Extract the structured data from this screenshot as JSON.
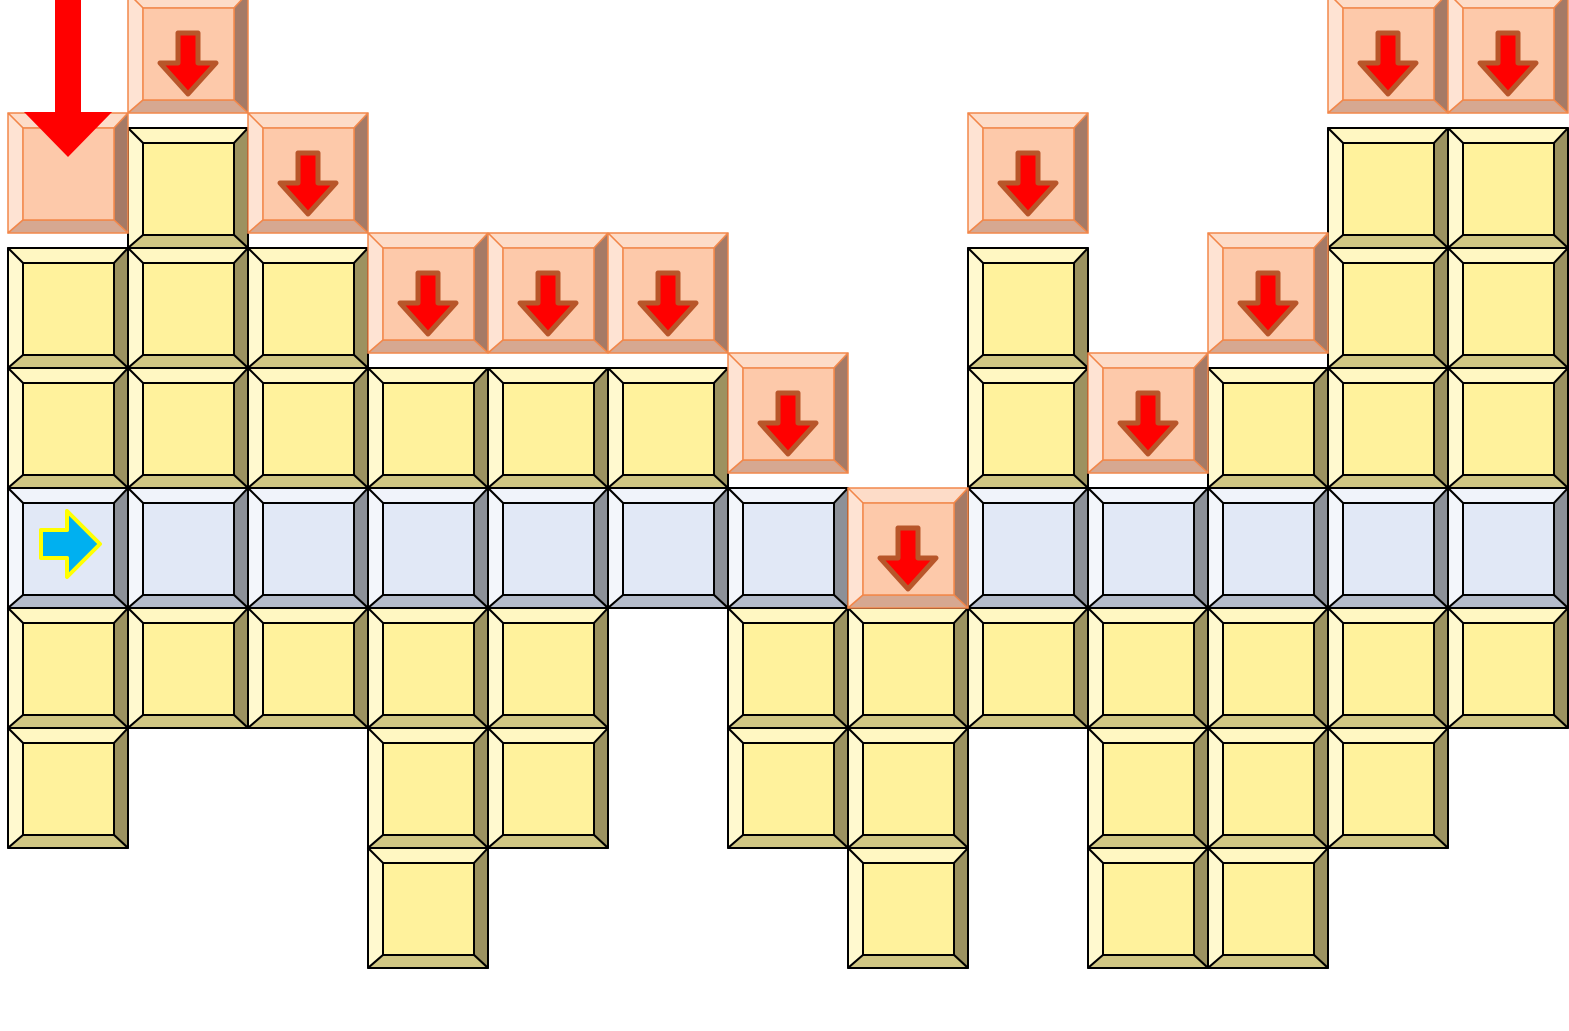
{
  "colors": {
    "background": "#ffffff",
    "yellow_face": "#fff29c",
    "yellow_top": "#fff7c2",
    "yellow_left": "#fff9cf",
    "yellow_right": "#9c9260",
    "yellow_bottom": "#d0c683",
    "blue_face": "#e1e8f6",
    "blue_top": "#f0f3fa",
    "blue_left": "#f3f6fb",
    "blue_right": "#8c9098",
    "blue_bottom": "#b5bccb",
    "orange_face": "#fdc9aa",
    "orange_top": "#fddcc8",
    "orange_left": "#fee3d3",
    "orange_right": "#a57a66",
    "orange_bottom": "#d6a891",
    "orange_border": "#f2874a",
    "arrow_red": "#ff0000",
    "arrow_red_outline": "#b8562a",
    "cursor_blue": "#00b0f0",
    "cursor_outline": "#ffff00"
  },
  "icons": {
    "drop_indicator": "big-down-arrow-icon",
    "falling_marker": "down-arrow-icon",
    "cursor": "right-arrow-icon"
  },
  "grid": {
    "columns": 13,
    "rows": 8,
    "highlight_row": 4
  },
  "board": {
    "columns": [
      {
        "yellow_rows": [
          2,
          3,
          5,
          6
        ],
        "orange_row": 1,
        "orange_has_arrow": false
      },
      {
        "yellow_rows": [
          1,
          2,
          3,
          5
        ],
        "orange_row": 0,
        "orange_has_arrow": true
      },
      {
        "yellow_rows": [
          2,
          3,
          5
        ],
        "orange_row": 1,
        "orange_has_arrow": true
      },
      {
        "yellow_rows": [
          3,
          5,
          6,
          7
        ],
        "orange_row": 2,
        "orange_has_arrow": true
      },
      {
        "yellow_rows": [
          3,
          5,
          6
        ],
        "orange_row": 2,
        "orange_has_arrow": true
      },
      {
        "yellow_rows": [
          3
        ],
        "orange_row": 2,
        "orange_has_arrow": true
      },
      {
        "yellow_rows": [
          5,
          6
        ],
        "orange_row": 3,
        "orange_has_arrow": true
      },
      {
        "yellow_rows": [
          5,
          6,
          7
        ],
        "orange_row": 4,
        "orange_has_arrow": true
      },
      {
        "yellow_rows": [
          2,
          3,
          5
        ],
        "orange_row": 1,
        "orange_has_arrow": true
      },
      {
        "yellow_rows": [
          5,
          6,
          7
        ],
        "orange_row": 3,
        "orange_has_arrow": true
      },
      {
        "yellow_rows": [
          3,
          5,
          6,
          7
        ],
        "orange_row": 2,
        "orange_has_arrow": true
      },
      {
        "yellow_rows": [
          1,
          2,
          3,
          5,
          6
        ],
        "orange_row": 0,
        "orange_has_arrow": true
      },
      {
        "yellow_rows": [
          1,
          2,
          3,
          5
        ],
        "orange_row": 0,
        "orange_has_arrow": true
      }
    ],
    "cursor": {
      "column": 0,
      "row": 4
    }
  }
}
